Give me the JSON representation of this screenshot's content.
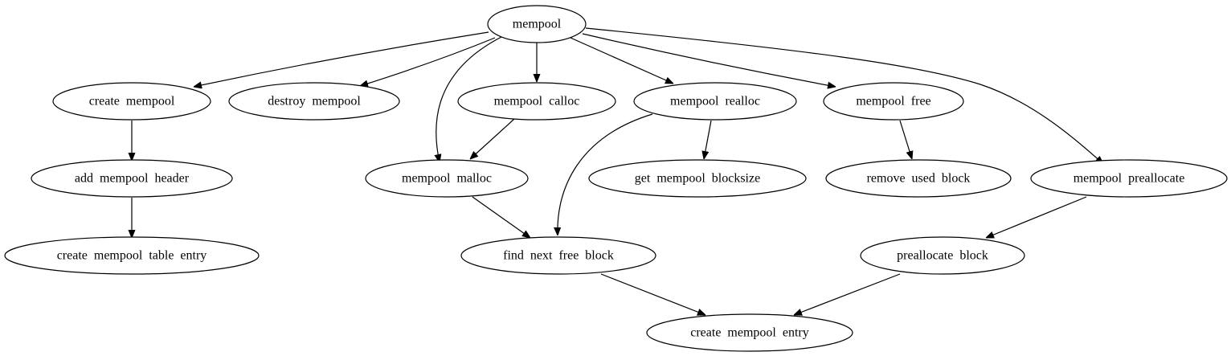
{
  "graph": {
    "nodes": [
      {
        "id": "mempool",
        "label": "mempool"
      },
      {
        "id": "create_mempool",
        "label": "create mempool"
      },
      {
        "id": "destroy_mempool",
        "label": "destroy mempool"
      },
      {
        "id": "mempool_calloc",
        "label": "mempool calloc"
      },
      {
        "id": "mempool_realloc",
        "label": "mempool realloc"
      },
      {
        "id": "mempool_free",
        "label": "mempool free"
      },
      {
        "id": "add_mempool_header",
        "label": "add mempool header"
      },
      {
        "id": "mempool_malloc",
        "label": "mempool malloc"
      },
      {
        "id": "get_mempool_blocksize",
        "label": "get mempool blocksize"
      },
      {
        "id": "remove_used_block",
        "label": "remove used block"
      },
      {
        "id": "mempool_preallocate",
        "label": "mempool preallocate"
      },
      {
        "id": "create_mempool_table_entry",
        "label": "create mempool table entry"
      },
      {
        "id": "find_next_free_block",
        "label": "find next free block"
      },
      {
        "id": "preallocate_block",
        "label": "preallocate block"
      },
      {
        "id": "create_mempool_entry",
        "label": "create mempool entry"
      }
    ],
    "edges": [
      {
        "from": "mempool",
        "to": "create_mempool"
      },
      {
        "from": "mempool",
        "to": "destroy_mempool"
      },
      {
        "from": "mempool",
        "to": "mempool_malloc"
      },
      {
        "from": "mempool",
        "to": "mempool_calloc"
      },
      {
        "from": "mempool",
        "to": "mempool_realloc"
      },
      {
        "from": "mempool",
        "to": "mempool_free"
      },
      {
        "from": "mempool",
        "to": "mempool_preallocate"
      },
      {
        "from": "create_mempool",
        "to": "add_mempool_header"
      },
      {
        "from": "add_mempool_header",
        "to": "create_mempool_table_entry"
      },
      {
        "from": "mempool_calloc",
        "to": "mempool_malloc"
      },
      {
        "from": "mempool_realloc",
        "to": "find_next_free_block"
      },
      {
        "from": "mempool_realloc",
        "to": "get_mempool_blocksize"
      },
      {
        "from": "mempool_malloc",
        "to": "find_next_free_block"
      },
      {
        "from": "mempool_free",
        "to": "remove_used_block"
      },
      {
        "from": "mempool_preallocate",
        "to": "preallocate_block"
      },
      {
        "from": "find_next_free_block",
        "to": "create_mempool_entry"
      },
      {
        "from": "preallocate_block",
        "to": "create_mempool_entry"
      }
    ]
  }
}
